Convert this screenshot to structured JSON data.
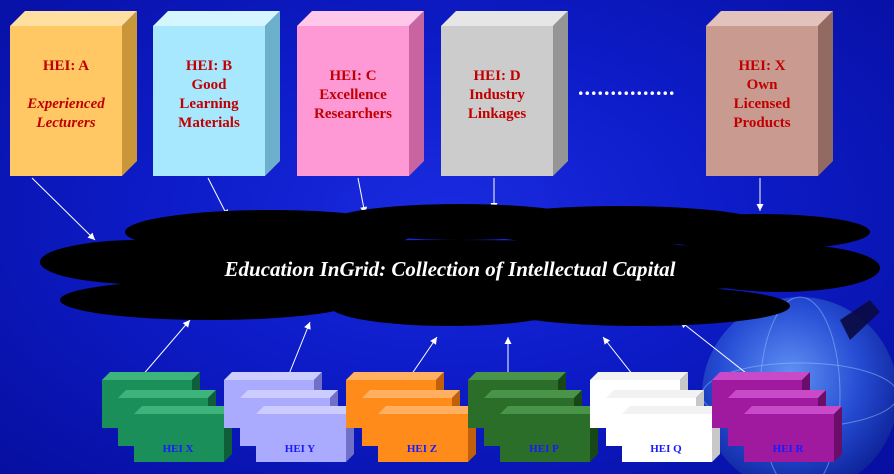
{
  "top_boxes": [
    {
      "code": "HEI: A",
      "lines": [
        "Experienced",
        "Lecturers"
      ],
      "italic": true,
      "front": "#ffc864",
      "side": "#c9963a",
      "top": "#ffe0a0"
    },
    {
      "code": "HEI: B",
      "lines": [
        "Good",
        "Learning",
        "Materials"
      ],
      "italic": false,
      "front": "#a8e8ff",
      "side": "#6cb0cc",
      "top": "#d6f6ff"
    },
    {
      "code": "HEI: C",
      "lines": [
        "Excellence",
        "Researchers"
      ],
      "italic": false,
      "front": "#ff99d6",
      "side": "#c865a0",
      "top": "#ffc8ea"
    },
    {
      "code": "HEI: D",
      "lines": [
        "Industry",
        "Linkages"
      ],
      "italic": false,
      "front": "#cccccc",
      "side": "#959595",
      "top": "#e6e6e6"
    },
    {
      "code": "HEI: X",
      "lines": [
        "Own",
        "Licensed",
        "Products"
      ],
      "italic": false,
      "front": "#c89a90",
      "side": "#936a62",
      "top": "#e3c2bb"
    }
  ],
  "ellipsis": "...............",
  "cloud_title": "Education InGrid: Collection of Intellectual Capital",
  "stacks": [
    {
      "label": "HEI  X",
      "front": "#1a8f5a",
      "side": "#0e5e3a",
      "top": "#3cb47c",
      "text_color": "#1a1aff"
    },
    {
      "label": "HEI  Y",
      "front": "#aaaaff",
      "side": "#7070c8",
      "top": "#ccccff",
      "text_color": "#1a1aff"
    },
    {
      "label": "HEI  Z",
      "front": "#ff8c1a",
      "side": "#c0600a",
      "top": "#ffb060",
      "text_color": "#1a1aff"
    },
    {
      "label": "HEI  P",
      "front": "#2a6e2a",
      "side": "#184818",
      "top": "#4a944a",
      "text_color": "#1a1aff"
    },
    {
      "label": "HEI  Q",
      "front": "#ffffff",
      "side": "#c8c8c8",
      "top": "#f2f2f2",
      "text_color": "#1a1aff"
    },
    {
      "label": "HEI  R",
      "front": "#a01aa0",
      "side": "#6a0e6a",
      "top": "#c84ac8",
      "text_color": "#1a1aff"
    }
  ],
  "colors": {
    "background": "#0d1cc8",
    "cloud": "#000000",
    "arrow": "#ffffff",
    "box_text": "#c00000"
  }
}
